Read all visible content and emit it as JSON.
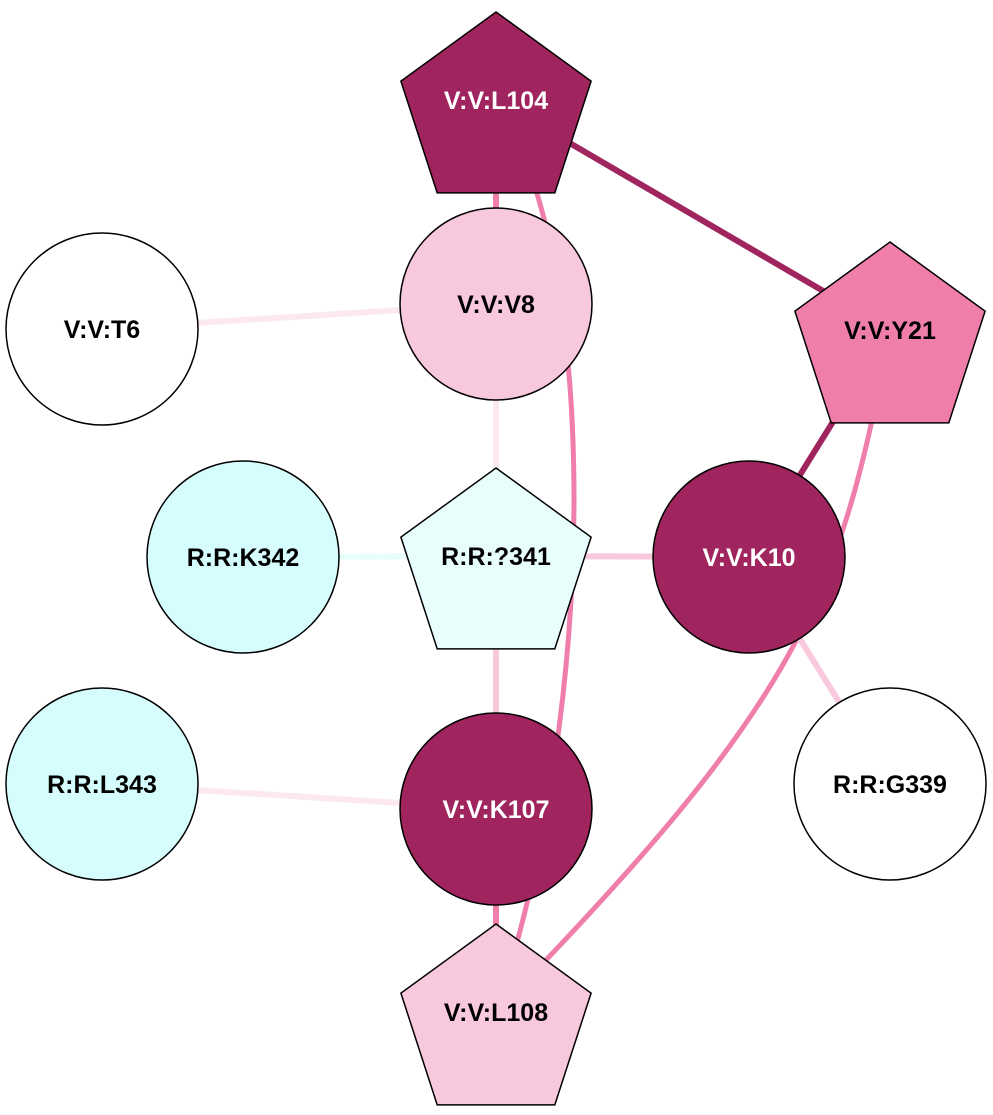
{
  "diagram": {
    "type": "residue-interaction-network",
    "nodes": [
      {
        "id": "L104",
        "label": "V:V:L104",
        "shape": "pentagon",
        "fill": "#a0245e",
        "text_color": "#ffffff"
      },
      {
        "id": "V8",
        "label": "V:V:V8",
        "shape": "circle",
        "fill": "#f8c8dd",
        "text_color": "#000000"
      },
      {
        "id": "T6",
        "label": "V:V:T6",
        "shape": "circle",
        "fill": "#ffffff",
        "text_color": "#000000"
      },
      {
        "id": "Y21",
        "label": "V:V:Y21",
        "shape": "pentagon",
        "fill": "#f07eab",
        "text_color": "#000000"
      },
      {
        "id": "K342",
        "label": "R:R:K342",
        "shape": "circle",
        "fill": "#d6fdfd",
        "text_color": "#000000"
      },
      {
        "id": "Q341",
        "label": "R:R:?341",
        "shape": "pentagon",
        "fill": "#e8fefd",
        "text_color": "#000000"
      },
      {
        "id": "K10",
        "label": "V:V:K10",
        "shape": "circle",
        "fill": "#a0245e",
        "text_color": "#ffffff"
      },
      {
        "id": "L343",
        "label": "R:R:L343",
        "shape": "circle",
        "fill": "#d6fdfd",
        "text_color": "#000000"
      },
      {
        "id": "K107",
        "label": "V:V:K107",
        "shape": "circle",
        "fill": "#a0245e",
        "text_color": "#ffffff"
      },
      {
        "id": "G339",
        "label": "R:R:G339",
        "shape": "circle",
        "fill": "#ffffff",
        "text_color": "#000000"
      },
      {
        "id": "L108",
        "label": "V:V:L108",
        "shape": "pentagon",
        "fill": "#f8c8dd",
        "text_color": "#000000"
      }
    ],
    "edges": [
      {
        "source": "L104",
        "target": "Y21",
        "color": "#a0245e"
      },
      {
        "source": "L104",
        "target": "V8",
        "color": "#f07eab"
      },
      {
        "source": "L104",
        "target": "L108",
        "color": "#f07eab",
        "curved": true
      },
      {
        "source": "T6",
        "target": "V8",
        "color": "#fce8f0"
      },
      {
        "source": "V8",
        "target": "Q341",
        "color": "#fce8f0"
      },
      {
        "source": "Y21",
        "target": "K10",
        "color": "#a0245e"
      },
      {
        "source": "Y21",
        "target": "L108",
        "color": "#f07eab",
        "curved": true
      },
      {
        "source": "K342",
        "target": "Q341",
        "color": "#e8fefd"
      },
      {
        "source": "Q341",
        "target": "K10",
        "color": "#f8c8dd"
      },
      {
        "source": "Q341",
        "target": "K107",
        "color": "#f8c8dd"
      },
      {
        "source": "K10",
        "target": "G339",
        "color": "#f8c8dd"
      },
      {
        "source": "L343",
        "target": "K107",
        "color": "#fce8f0"
      },
      {
        "source": "K107",
        "target": "L108",
        "color": "#f07eab"
      }
    ]
  }
}
